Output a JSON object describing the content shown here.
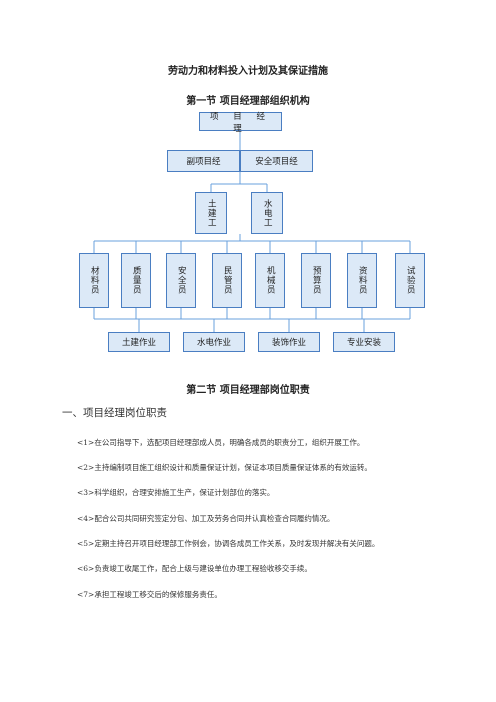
{
  "document": {
    "title": "劳动力和材料投入计划及其保证措施",
    "section1_title": "第一节  项目经理部组织机构",
    "section2_title": "第二节  项目经理部岗位职责",
    "heading1": "一、项目经理岗位职责"
  },
  "org_chart": {
    "top": "项 目 经 理",
    "deputy_left": "副项目经",
    "deputy_right": "安全项目经",
    "dept_civil": "土建工",
    "dept_mep": "水电工",
    "staff": [
      "材料员",
      "质量员",
      "安全员",
      "民管员",
      "机械员",
      "预算员",
      "资料员",
      "试验员"
    ],
    "work": [
      "土建作业",
      "水电作业",
      "装饰作业",
      "专业安装"
    ]
  },
  "duties": [
    "<1>在公司指导下，选配项目经理部成人员，明确各成员的职责分工，组织开展工作。",
    "<2>主持编制项目施工组织设计和质量保证计划，保证本项目质量保证体系的有效运转。",
    "<3>科学组织，合理安排施工生产，保证计划部位的落实。",
    "<4>配合公司共同研究签定分包、加工及劳务合同并认真检查合同履约情况。",
    "<5>定期主持召开项目经理部工作例会，协调各成员工作关系，及时发现并解决有关问题。",
    "<6>负责竣工收尾工作，配合上级与建设单位办理工程验收移交手续。",
    "<7>承担工程竣工移交后的保修服务责任。"
  ],
  "colors": {
    "box_fill": "#dce9f7",
    "box_border": "#4a7ec2",
    "line": "#6aa0dc"
  }
}
